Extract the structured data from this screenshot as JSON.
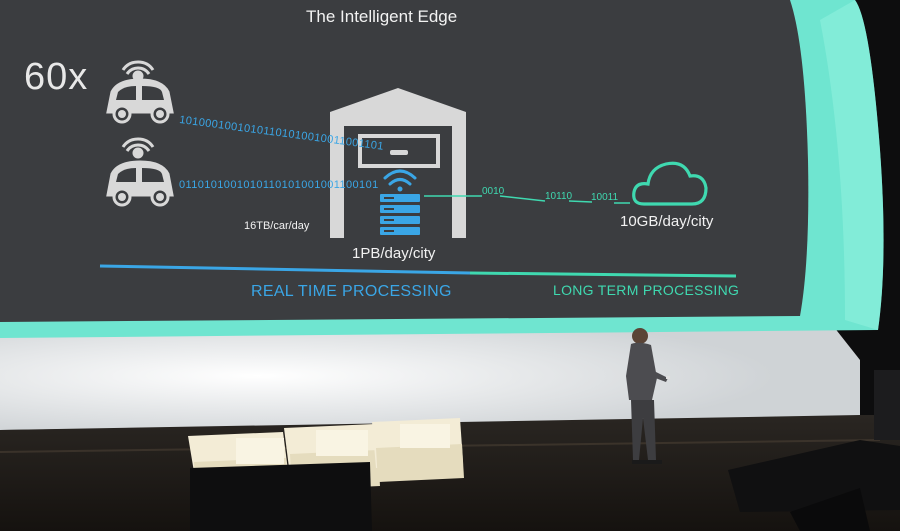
{
  "slide": {
    "title": "The Intelligent Edge",
    "multiplier": "60x",
    "binary_top": "10100010010101101010010011001101",
    "binary_bottom": "0110101001010110101001001100101",
    "rate_car": "16TB/car/day",
    "rate_edge": "1PB/day/city",
    "rate_cloud": "10GB/day/city",
    "bits_a": "0010",
    "bits_b": "10110",
    "bits_c": "10011",
    "label_realtime": "REAL TIME PROCESSING",
    "label_longterm": "LONG TERM PROCESSING"
  },
  "icons": [
    "autonomous-car-icon",
    "warehouse-icon",
    "server-icon",
    "wifi-icon",
    "cloud-icon"
  ],
  "colors": {
    "slide_background": "#3b3d40",
    "accent_blue": "#3aa6e6",
    "accent_teal": "#3fd9b0",
    "screen_frame": "#69e3cc"
  }
}
